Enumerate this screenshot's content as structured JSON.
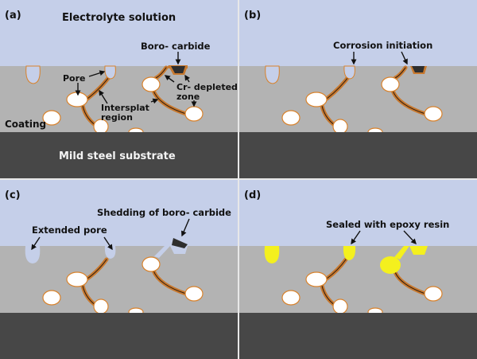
{
  "figure": {
    "colors": {
      "electrolyte": "#c5cfe9",
      "coating": "#b3b3b3",
      "substrate": "#474747",
      "splat_fill": "#ffffff",
      "splat_edge": "#d9822b",
      "intersplat": "#c8792f",
      "intersplat_core": "#2b1a0d",
      "borocarbide": "#2e2e2e",
      "epoxy": "#f4f01e",
      "divider": "#e8e8e8"
    },
    "panels": [
      {
        "id": "a",
        "tag": "(a)",
        "layers": {
          "electrolyte": "Electrolyte solution",
          "coating": "Coating",
          "substrate": "Mild steel substrate"
        },
        "annotations": {
          "borocarbide": "Boro- carbide",
          "pore": "Pore",
          "intersplat_1": "Intersplat",
          "intersplat_2": "region",
          "crdepleted_1": "Cr- depleted",
          "crdepleted_2": "zone"
        }
      },
      {
        "id": "b",
        "tag": "(b)",
        "annotations": {
          "corrosion": "Corrosion initiation"
        }
      },
      {
        "id": "c",
        "tag": "(c)",
        "annotations": {
          "extended_pore": "Extended pore",
          "shedding": "Shedding of boro- carbide"
        }
      },
      {
        "id": "d",
        "tag": "(d)",
        "annotations": {
          "sealed": "Sealed with epoxy resin"
        }
      }
    ]
  }
}
